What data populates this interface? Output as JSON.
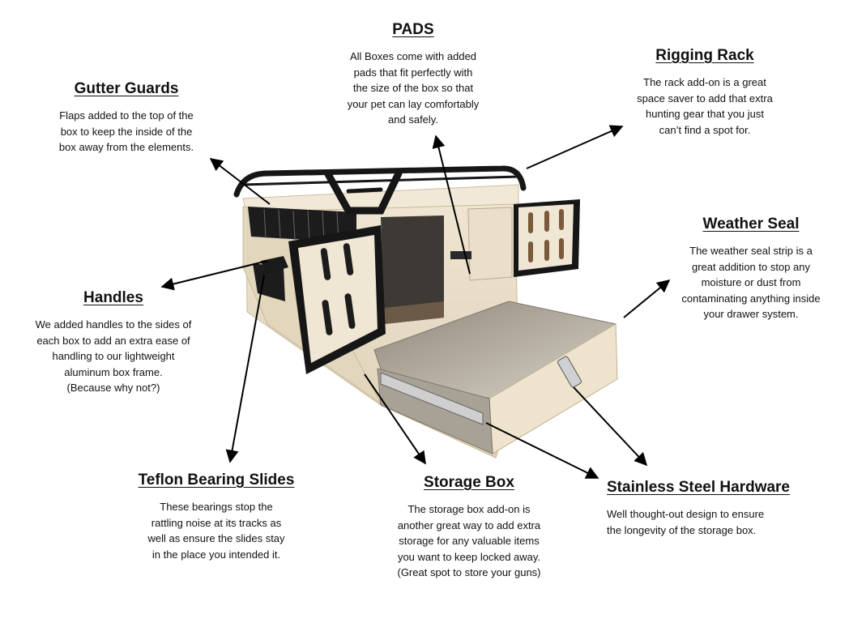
{
  "callouts": {
    "pads": {
      "title": "PADS",
      "lines": [
        "All Boxes come with added",
        "pads that fit perfectly with",
        "the size of the box so that",
        "your pet can lay comfortably",
        "and safely."
      ]
    },
    "rigging_rack": {
      "title": "Rigging Rack",
      "lines": [
        "The rack add-on is a great",
        "space saver to add that extra",
        "hunting gear that you just",
        "can’t find a spot for."
      ]
    },
    "gutter_guards": {
      "title": "Gutter Guards",
      "lines": [
        "Flaps added to the top of the",
        "box to keep the inside of the",
        "box away from the elements."
      ]
    },
    "weather_seal": {
      "title": "Weather Seal",
      "lines": [
        "The weather seal strip is a",
        "great addition to stop any",
        "moisture or dust from",
        "contaminating anything inside",
        "your drawer system."
      ]
    },
    "handles": {
      "title": "Handles",
      "lines": [
        "We added handles to the sides of",
        "each box to add an extra ease of",
        "handling to our lightweight",
        "aluminum box frame.",
        "(Because why not?)"
      ]
    },
    "teflon_slides": {
      "title": "Teflon Bearing Slides",
      "lines": [
        "These bearings stop the",
        "rattling noise at its tracks as",
        "well as ensure the slides stay",
        "in the place you intended it."
      ]
    },
    "storage_box": {
      "title": "Storage Box",
      "lines": [
        "The storage box add-on is",
        "another great way to add extra",
        "storage for any valuable items",
        "you want to keep locked away.",
        "(Great spot to store your guns)"
      ]
    },
    "stainless_hardware": {
      "title": "Stainless Steel Hardware",
      "lines": [
        "Well thought-out design to ensure",
        "the longevity of the storage box."
      ]
    }
  },
  "colors": {
    "box_body": "#e8dcc6",
    "box_shadow": "#cfc1a6",
    "frame_black": "#1a1a1a",
    "drawer_metal": "#b9b2a6",
    "arrow": "#000000"
  }
}
